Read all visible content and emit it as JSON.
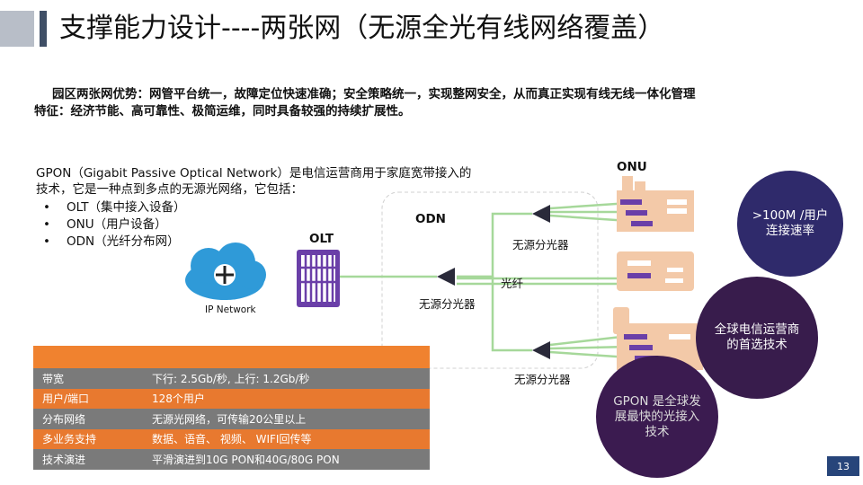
{
  "title": "支撑能力设计----两张网（无源全光有线网络覆盖）",
  "summary": {
    "line1": "园区两张网优势：网管平台统一，故障定位快速准确；安全策略统一，实现整网安全，从而真正实现有线无线一体化管理",
    "line2": "特征：经济节能、高可靠性、极简运维，同时具备较强的持续扩展性。"
  },
  "intro": "GPON（Gigabit Passive Optical Network）是电信运营商用于家庭宽带接入的技术，它是一种点到多点的无源光网络，它包括：",
  "bullets": [
    "OLT（集中接入设备）",
    "ONU（用户设备）",
    "ODN（光纤分布网）"
  ],
  "diagram": {
    "onu_label": "ONU",
    "odn_label": "ODN",
    "olt_label": "OLT",
    "ip_network_label": "IP Network",
    "splitter_label": "无源分光器",
    "fiber_label": "光纤",
    "line_color": "#a6d89a",
    "cloud_color": "#2f9ad8",
    "olt_color": "#6a3fa8",
    "onu_color": "#e8792f"
  },
  "table": [
    {
      "key": "",
      "value": ""
    },
    {
      "key": "带宽",
      "value": "下行: 2.5Gb/秒, 上行: 1.2Gb/秒"
    },
    {
      "key": "用户/端口",
      "value": "128个用户"
    },
    {
      "key": "分布网络",
      "value": "无源光网络，可传输20公里以上"
    },
    {
      "key": "多业务支持",
      "value": "数据、语音、 视频、 WIFI回传等"
    },
    {
      "key": "技术演进",
      "value": "平滑演进到10G PON和40G/80G PON"
    }
  ],
  "circles": {
    "c1": ">100M /用户连接速率",
    "c2": "全球电信运营商的首选技术",
    "c3": "GPON 是全球发展最快的光接入技术"
  },
  "page_number": "13"
}
